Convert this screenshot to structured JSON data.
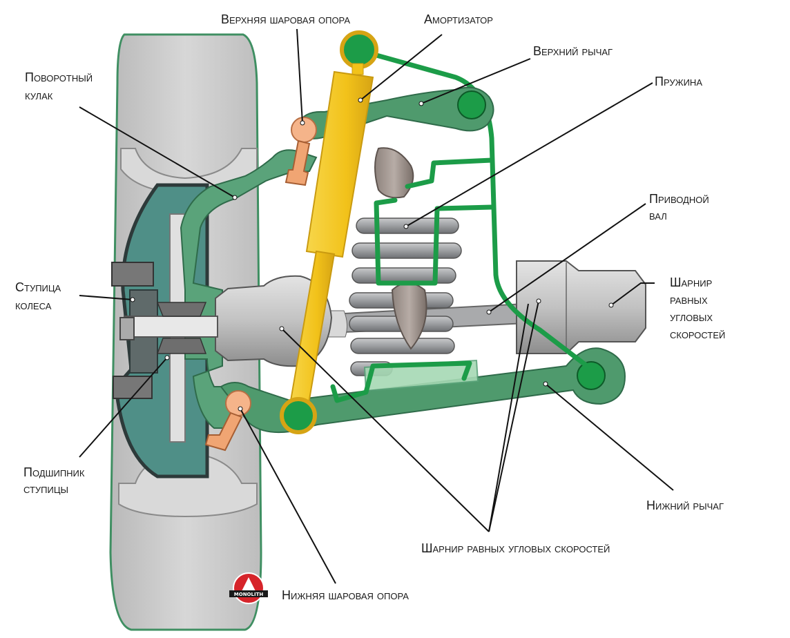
{
  "labels": {
    "upper_ball_joint": "Верхняя шаровая опора",
    "shock_absorber": "Амортизатор",
    "upper_arm": "Верхний рычаг",
    "steering_knuckle_line1": "Поворотный",
    "steering_knuckle_line2": "кулак",
    "spring": "Пружина",
    "drive_shaft_line1": "Приводной",
    "drive_shaft_line2": "вал",
    "cv_joint_right_line1": "Шарнир",
    "cv_joint_right_line2": "равных",
    "cv_joint_right_line3": "угловых",
    "cv_joint_right_line4": "скоростей",
    "wheel_hub_line1": "Ступица",
    "wheel_hub_line2": "колеса",
    "hub_bearing_line1": "Подшипник",
    "hub_bearing_line2": "ступицы",
    "lower_arm": "Нижний рычаг",
    "cv_joint_bottom": "Шарнир равных угловых скоростей",
    "lower_ball_joint": "Нижняя шаровая опора"
  },
  "logo": {
    "text": "MONOLITH"
  },
  "colors": {
    "tire": "#c9c9c9",
    "tire_outline": "#3f8f62",
    "knuckle": "#5aa37a",
    "arm": "#4f9a6d",
    "bright_green": "#1c9c48",
    "shock": "#f2c21a",
    "shock_dark": "#c99a10",
    "ball": "#f5b48a",
    "spring": "#8f9194",
    "shaft": "#a9aaac",
    "hub_panel": "#4f8f87"
  }
}
